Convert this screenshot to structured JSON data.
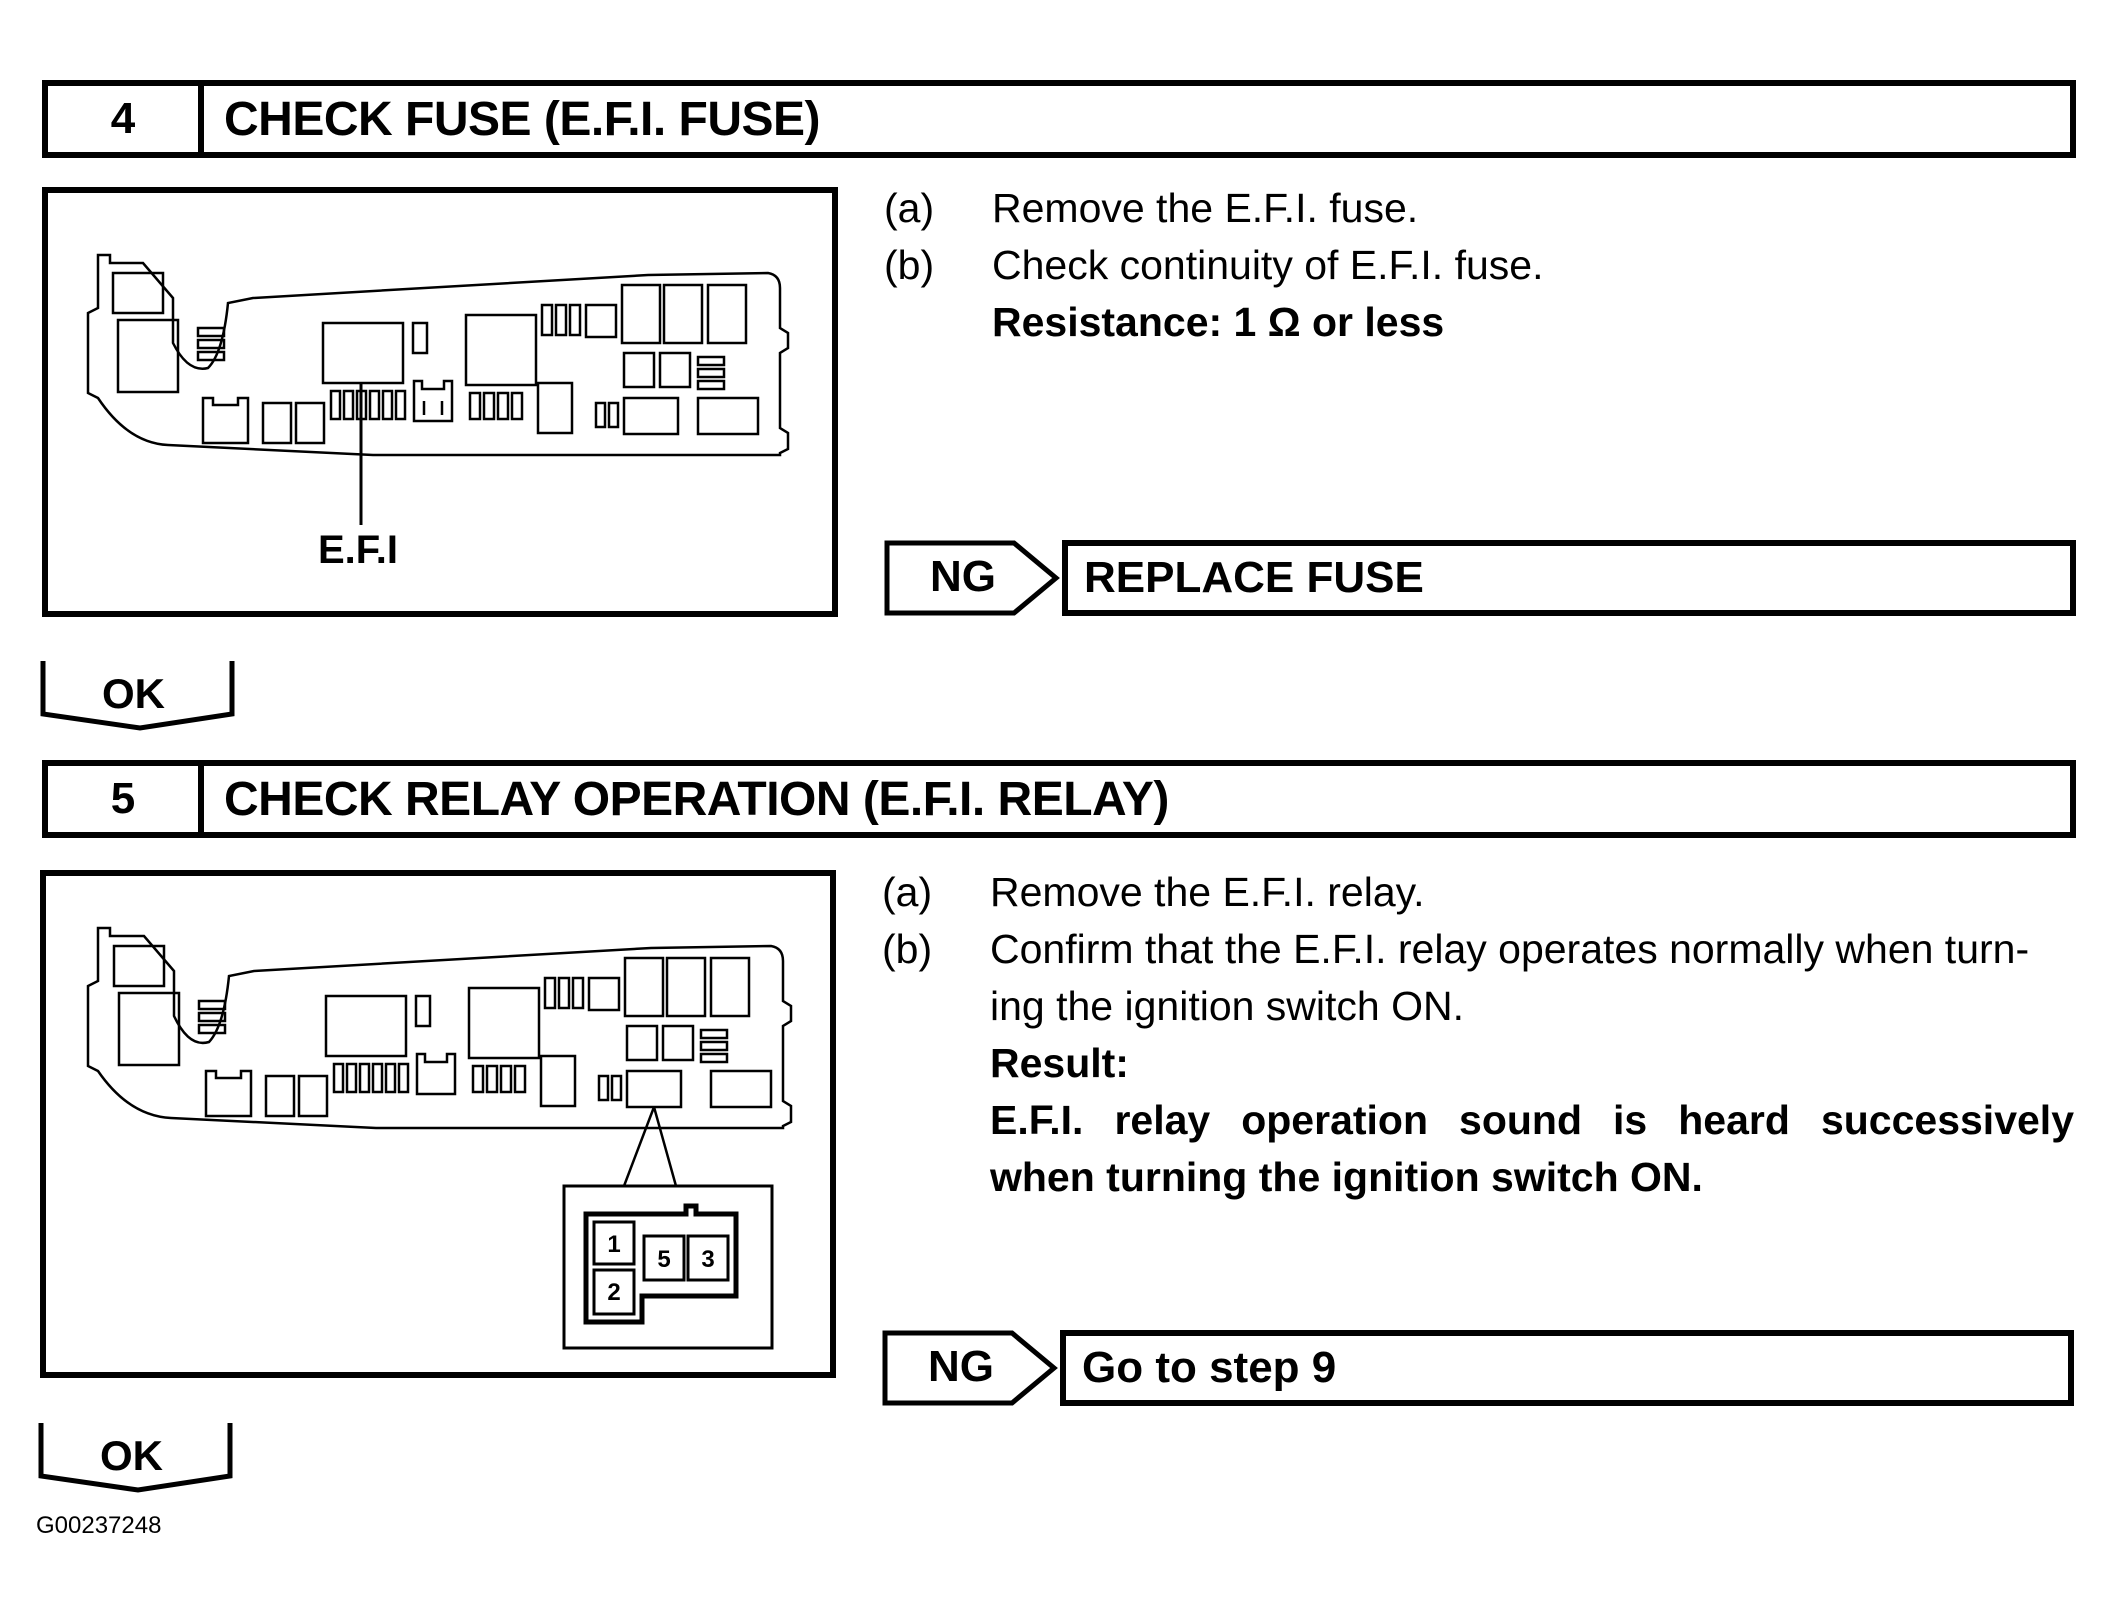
{
  "steps": [
    {
      "number": "4",
      "title": "CHECK FUSE (E.F.I. FUSE)",
      "figure_label": "E.F.I",
      "instructions": [
        {
          "mark": "(a)",
          "text": "Remove the E.F.I. fuse."
        },
        {
          "mark": "(b)",
          "text": "Check continuity of E.F.I. fuse."
        }
      ],
      "spec": "Resistance: 1 Ω or less",
      "ng_label": "NG",
      "ng_action": "REPLACE FUSE",
      "ok_label": "OK"
    },
    {
      "number": "5",
      "title": "CHECK RELAY OPERATION (E.F.I. RELAY)",
      "relay_pins": [
        "1",
        "2",
        "5",
        "3"
      ],
      "instructions": [
        {
          "mark": "(a)",
          "text": "Remove the E.F.I. relay."
        },
        {
          "mark": "(b)",
          "text_line1": "Confirm that the E.F.I. relay operates normally when turn-",
          "text_line2": "ing the ignition switch ON."
        }
      ],
      "result_label": "Result:",
      "result_line1": "E.F.I. relay operation sound is heard successively",
      "result_line2": "when turning the ignition switch ON.",
      "ng_label": "NG",
      "ng_action": "Go to step 9",
      "ok_label": "OK"
    }
  ],
  "figure_id": "G00237248"
}
